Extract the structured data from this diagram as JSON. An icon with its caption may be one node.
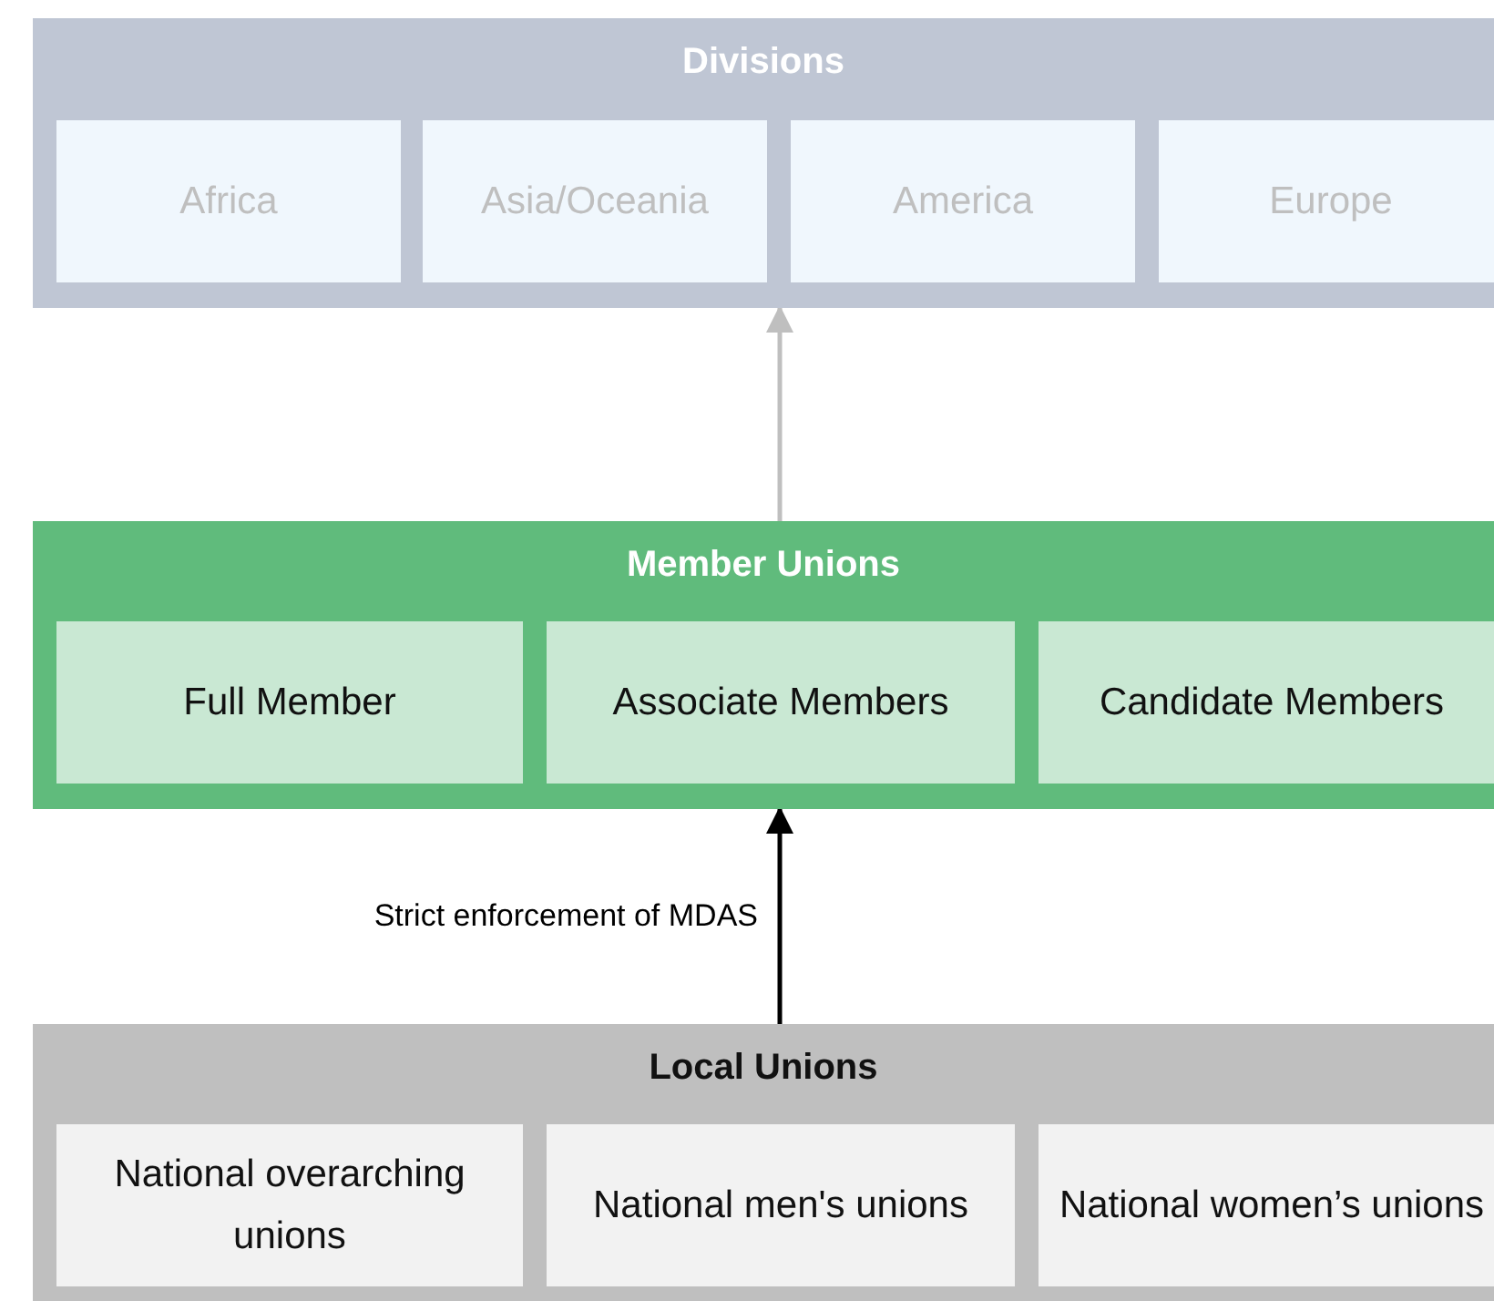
{
  "diagram": {
    "nodes": [
      {
        "text": [
          "Divisions"
        ]
      },
      {
        "text": [
          "Africa"
        ],
        "in": 0
      },
      {
        "text": [
          "Asia/Oceania"
        ],
        "in": 0
      },
      {
        "text": [
          "America"
        ],
        "in": 0
      },
      {
        "text": [
          "Europe"
        ],
        "in": 0
      },
      {
        "text": [
          "Member Unions"
        ]
      },
      {
        "text": [
          "Full Member"
        ],
        "in": 5
      },
      {
        "text": [
          "Associate Members"
        ],
        "in": 5
      },
      {
        "text": [
          "Candidate Members"
        ],
        "in": 5
      },
      {
        "text": [
          "Local Unions"
        ]
      },
      {
        "text": [
          "National overarching unions"
        ],
        "in": 9
      },
      {
        "text": [
          "National men's unions"
        ],
        "in": 9
      },
      {
        "text": [
          "National women’s unions"
        ],
        "in": 9
      }
    ],
    "edges": [
      {
        "from": 5,
        "to": 0,
        "arrow": "to",
        "color": "#bfbfbf"
      },
      {
        "from": 9,
        "to": 5,
        "arrow": "to",
        "label": "Strict enforcement of MDAS",
        "color": "#000000"
      }
    ]
  }
}
